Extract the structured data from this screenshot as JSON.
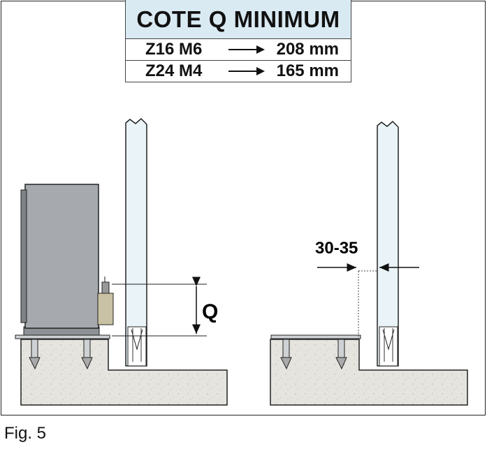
{
  "table": {
    "title": "COTE Q MINIMUM",
    "rows": [
      {
        "model": "Z16 M6",
        "value": "208 mm"
      },
      {
        "model": "Z24 M4",
        "value": "165 mm"
      }
    ]
  },
  "labels": {
    "q": "Q",
    "offset": "30-35"
  },
  "caption": "Fig. 5",
  "colors": {
    "table_header_bg": "#d9eaf3",
    "motor_body": "#a6a9ad",
    "pole": "#eaf4f8",
    "concrete": "#e4e2dd"
  }
}
